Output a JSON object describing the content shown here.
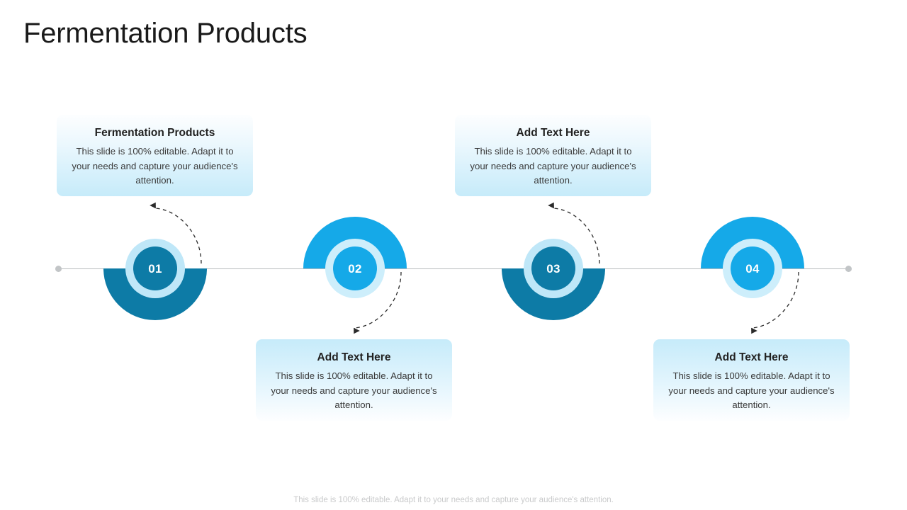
{
  "slide": {
    "title": "Fermentation Products",
    "footer_note": "This slide is 100% editable. Adapt it to your needs and capture your audience's attention."
  },
  "theme": {
    "accent_dark": "#0d7ba6",
    "accent_bright": "#15a9e8",
    "ring_light": "#c6ebfa",
    "axis_gray": "#b9bcbe",
    "card_gradient_light": "#c6ebfa",
    "card_gradient_white": "#fdfeff",
    "title_color": "#1a1a1a",
    "footer_color": "#c9cacb"
  },
  "timeline": {
    "axis_cap_left": "axis-endpoint-dot",
    "axis_cap_right": "axis-endpoint-dot",
    "steps": [
      {
        "number": "01",
        "card_position": "above",
        "half_disc": "below",
        "color": "#0d7ba6",
        "title": "Fermentation Products",
        "body": "This slide is 100% editable.  Adapt it to your needs and capture your audience's attention."
      },
      {
        "number": "02",
        "card_position": "below",
        "half_disc": "above",
        "color": "#15a9e8",
        "title": "Add  Text Here",
        "body": "This slide is 100% editable.  Adapt it to your needs and capture your audience's attention."
      },
      {
        "number": "03",
        "card_position": "above",
        "half_disc": "below",
        "color": "#0d7ba6",
        "title": "Add  Text Here",
        "body": "This slide is 100% editable.  Adapt it to your needs and capture your audience's attention."
      },
      {
        "number": "04",
        "card_position": "below",
        "half_disc": "above",
        "color": "#15a9e8",
        "title": "Add  Text Here",
        "body": "This slide is 100% editable.  Adapt it to your needs and capture your audience's attention."
      }
    ]
  }
}
